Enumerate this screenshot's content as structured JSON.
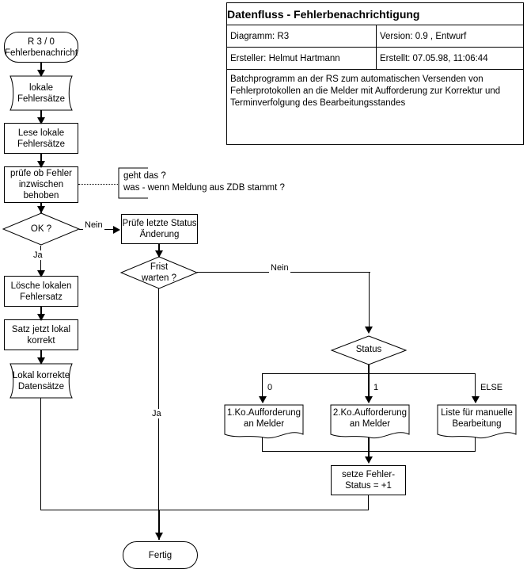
{
  "titleblock": {
    "title": "Datenfluss - Fehlerbenachrichtigung",
    "diagram_label": "Diagramm: R3",
    "version_label": "Version: 0.9 , Entwurf",
    "author_label": "Ersteller: Helmut Hartmann",
    "created_label": "Erstellt:  07.05.98, 11:06:44",
    "description": "Batchprogramm an der RS zum automatischen Versenden von Fehlerprotokollen an die Melder mit Aufforderung zur Korrektur und Terminverfolgung des Bearbeitungsstandes"
  },
  "nodes": {
    "start": "R 3 / 0\nFehlerbenachricht",
    "local_errors_store": "lokale\nFehlersätze",
    "read_local_errors": "Lese lokale\nFehlersätze",
    "check_fixed": "prüfe ob Fehler\ninzwischen\nbehoben",
    "ok_decision": "OK ?",
    "delete_local_error": "Lösche lokalen\nFehlersatz",
    "record_now_correct": "Satz jetzt lokal\nkorrekt",
    "correct_records_store": "Lokal korrekte\nDatensätze",
    "check_last_status": "Prüfe letzte Status\nÄnderung",
    "deadline_decision": "Frist\nwarten ?",
    "status_decision": "Status",
    "doc_first_request": "1.Ko.Aufforderung\nan Melder",
    "doc_second_request": "2.Ko.Aufforderung\nan Melder",
    "doc_manual_list": "Liste für manuelle\nBearbeitung",
    "set_error_status": "setze Fehler-\nStatus = +1",
    "end": "Fertig"
  },
  "note": {
    "line1": "geht das  ?",
    "line2": "was - wenn Meldung aus ZDB stammt ?"
  },
  "edge_labels": {
    "ok_no": "Nein",
    "ok_yes": "Ja",
    "deadline_no": "Nein",
    "deadline_yes": "Ja",
    "status_0": "0",
    "status_1": "1",
    "status_else": "ELSE"
  },
  "colors": {
    "stroke": "#000000",
    "background": "#ffffff"
  }
}
